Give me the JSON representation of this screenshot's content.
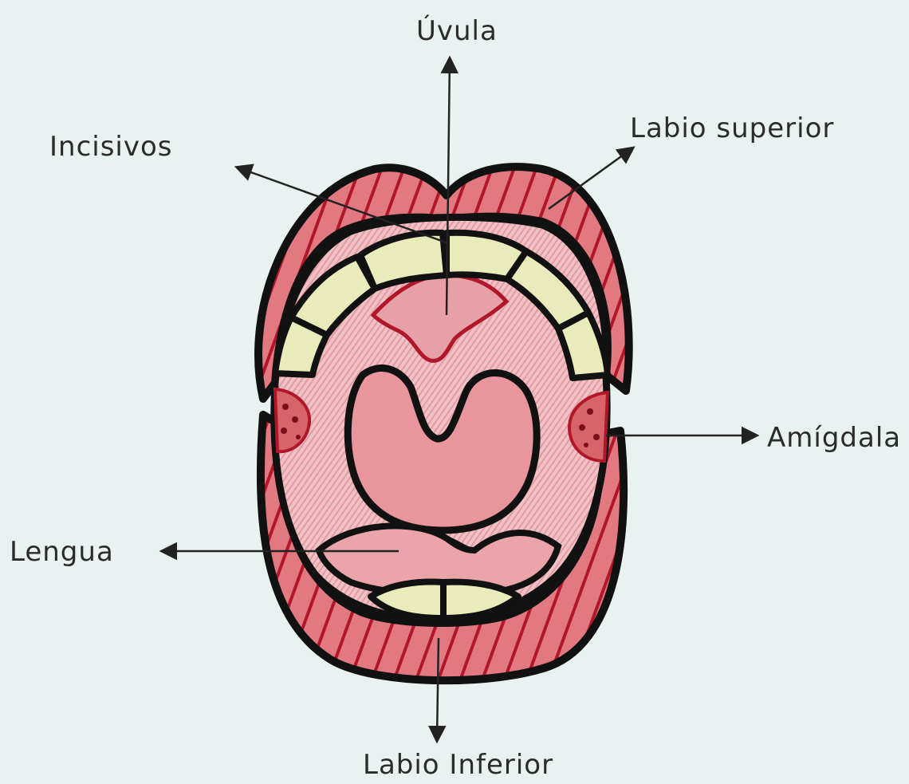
{
  "diagram": {
    "labels": {
      "uvula": "Úvula",
      "incisors": "Incisivos",
      "upper_lip": "Labio superior",
      "tonsil": "Amígdala",
      "tongue": "Lengua",
      "lower_lip": "Labio Inferior"
    }
  },
  "colors": {
    "paper": "#e9f1f1",
    "lip_red": "#d64a52",
    "lip_red_dark": "#b0182a",
    "mouth_interior": "#f3d9dc",
    "palate_pink": "#eba8ad",
    "teeth_yellow": "#e9ecba",
    "outline": "#111111"
  }
}
